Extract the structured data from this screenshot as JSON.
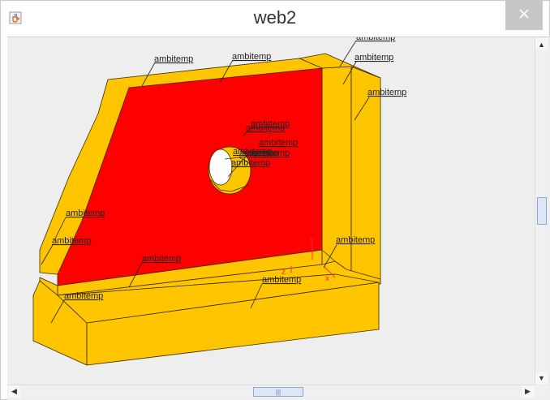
{
  "window": {
    "title": "web2",
    "icon": "java-cup-icon",
    "close_icon": "close-icon"
  },
  "model": {
    "colors": {
      "body": "#ffc600",
      "face": "#ff0000",
      "hole": "#ffffff",
      "outline": "#3a2a00",
      "axis": "#ff2a2a"
    },
    "labels": [
      "ambitemp",
      "ambitemp",
      "ambitemp",
      "ambitemp",
      "ambitemp",
      "ambitemp",
      "ambitemp",
      "ambitemp",
      "ambitemp",
      "ambitemp",
      "ambitemp",
      "ambitemp",
      "ambitemp",
      "ambitemp",
      "ambitemp",
      "ambitemp",
      "ambitemp",
      "ambitemp",
      "ambitemp",
      "ambitemp"
    ],
    "axes": {
      "y": "y",
      "z": "z",
      "x": "x"
    }
  },
  "scrollbars": {
    "up": "▲",
    "down": "▼",
    "left": "◀",
    "right": "▶",
    "grip": "|||"
  }
}
